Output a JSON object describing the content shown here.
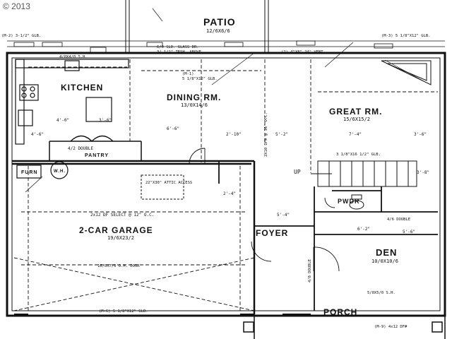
{
  "copyright": "© 2013",
  "rooms": {
    "patio": {
      "label": "PATIO",
      "size": "12/6X6/6"
    },
    "kitchen": {
      "label": "KITCHEN",
      "size": ""
    },
    "dining": {
      "label": "DINING RM.",
      "size": "13/0X14/6"
    },
    "great": {
      "label": "GREAT RM.",
      "size": "15/6X15/2"
    },
    "garage": {
      "label": "2-CAR GARAGE",
      "size": "19/6X23/2"
    },
    "foyer": {
      "label": "FOYER",
      "size": ""
    },
    "den": {
      "label": "DEN",
      "size": "10/0X10/6"
    },
    "porch": {
      "label": "PORCH",
      "size": ""
    },
    "pwdr": {
      "label": "PWDR",
      "size": ""
    },
    "pantry": {
      "label": "PANTRY",
      "size": ""
    },
    "furn": {
      "label": "FURN",
      "size": ""
    },
    "wh": {
      "label": "W.H.",
      "size": ""
    }
  },
  "notes": {
    "patio_header": "6/0 SLD. GLASS DR.",
    "patio_header2": "3/ 1/2\" TRSH. ABOVE",
    "top_left_glb": "(M-2) 3-1/2\" GLB.",
    "vent": "(2) 4\"X8\" 24\" VENT",
    "top_right_glb": "(M-3) 5 1/8\"X12\" GLB.",
    "dining_glb": "5 1/8\"X12\" GLB.",
    "dining_m1": "(M-1)",
    "double_top": "4/2 DOUBLE",
    "great_glb": "3 1/8\"X16 1/2\" GLB.",
    "garage_joist": "2x12 DF SELECT @ 12\" O.C.",
    "attic": "22\"X30\" ATTIC ACCESS",
    "garage_door": "16/0X7/0 O.H. DOOR",
    "garage_bottom_glb": "(M-6) 5 1/8\"X12\" GLB.",
    "porch_hdr": "(M-9) 4x12 DF#",
    "den_hdr": "5/0X5/0 S.H.",
    "foyer_double": "4/8 DOUBLE",
    "den_double": "4/6 DOUBLE",
    "joist_note": "2X10 DF# @ 16\" O.C.",
    "up": "UP",
    "kitchen_sh": "4/0X4/0 S.H."
  },
  "dimensions": [
    "4'-0\"",
    "3'-6\"",
    "6'-6\"",
    "4'-6\"",
    "2'-10\"",
    "5'-2\"",
    "7'-4\"",
    "3'-6\"",
    "2'-4\"",
    "5'-4\"",
    "6'-2\"",
    "5'-6\"",
    "3'-8\""
  ]
}
